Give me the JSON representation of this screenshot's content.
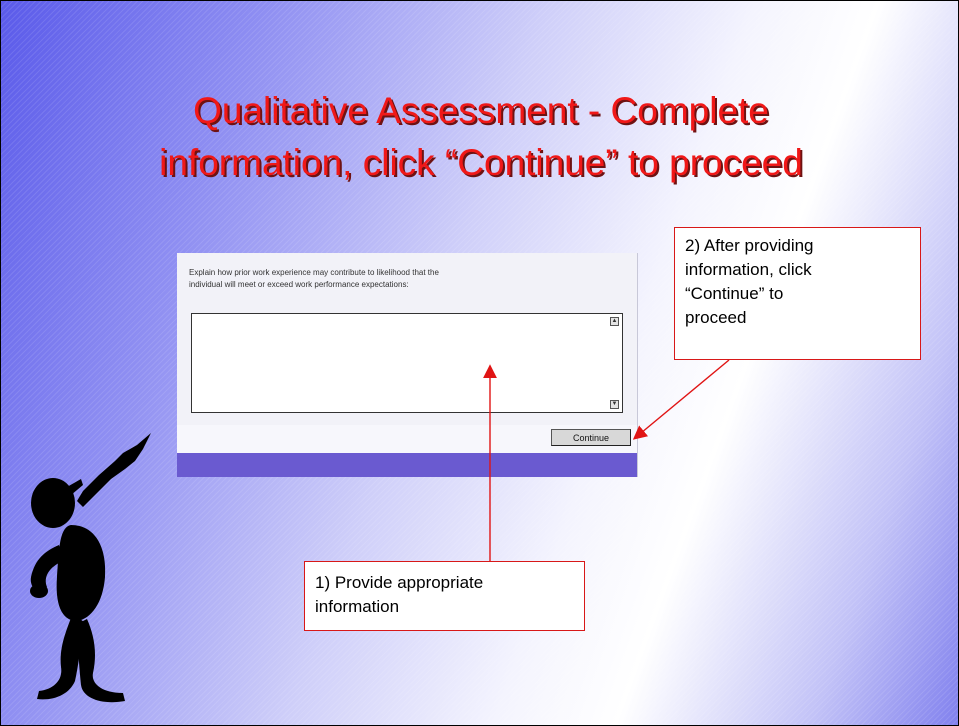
{
  "slide": {
    "title_line1": "Qualitative Assessment - Complete",
    "title_line2": "information, click “Continue” to proceed"
  },
  "form": {
    "prompt_line1": "Explain how prior work experience may contribute to likelihood that the",
    "prompt_line2": "individual will meet or exceed work performance expectations:",
    "textarea_value": "",
    "continue_label": "Continue"
  },
  "callouts": {
    "step2_lines": [
      "2)  After providing",
      "information, click",
      "“Continue” to",
      "proceed"
    ],
    "step1_lines": [
      "1)  Provide appropriate",
      "information"
    ]
  },
  "colors": {
    "title": "#f01818",
    "callout_border": "#d81818",
    "arrow": "#e01414",
    "footer_bar": "#6a5ad0"
  },
  "icons": {
    "scroll_up": "scroll-up-arrow-icon",
    "scroll_down": "scroll-down-arrow-icon",
    "figure": "pointing-stick-figure-icon"
  }
}
